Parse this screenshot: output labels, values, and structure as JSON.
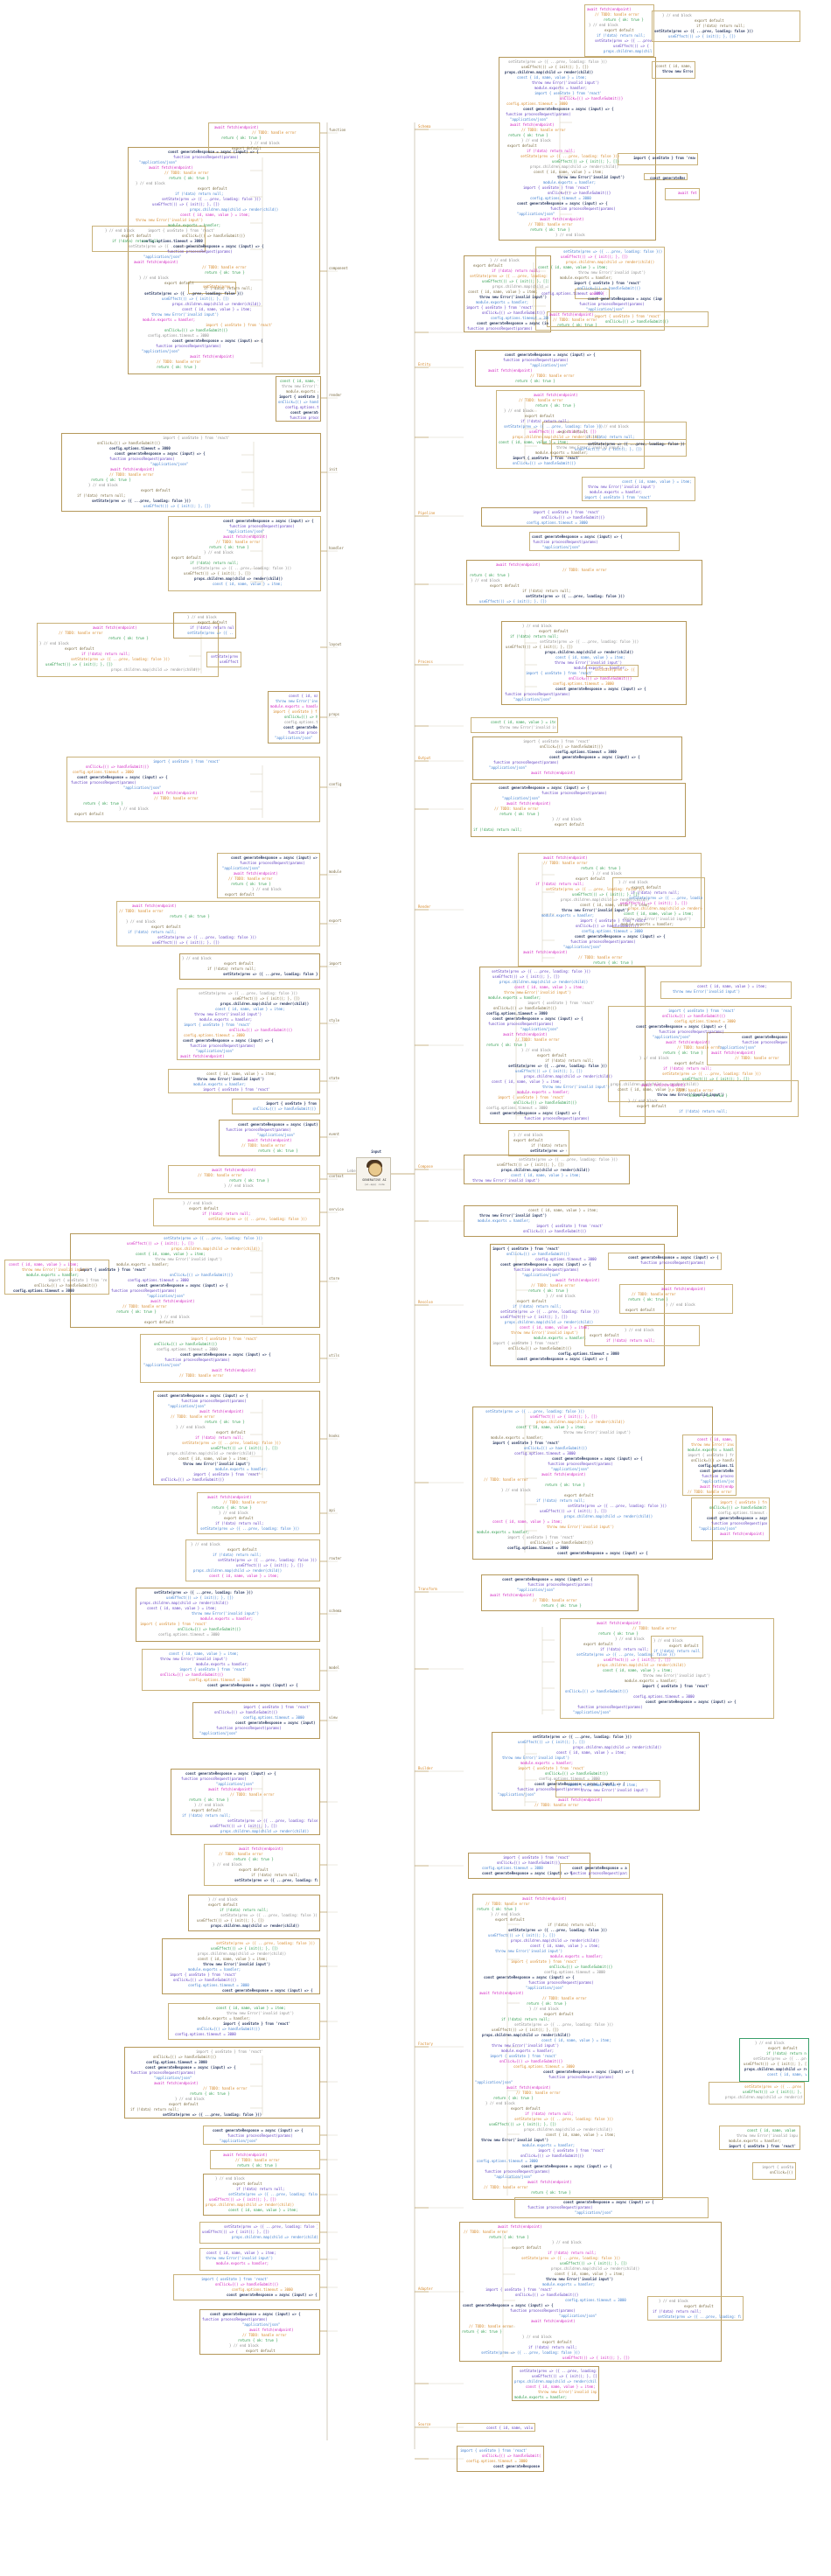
{
  "center": {
    "title_top": "input",
    "caption": "GENERATIVE AI",
    "sub": "(ai-app) code",
    "label": "Lebe"
  },
  "branches": {
    "left": [
      "function",
      "component",
      "render",
      "init",
      "handler",
      "layout",
      "props",
      "config",
      "module",
      "export",
      "import",
      "style",
      "state",
      "event",
      "context",
      "service",
      "store",
      "utils",
      "hooks",
      "api",
      "router",
      "schema",
      "model",
      "view"
    ],
    "right": [
      "Schema",
      "Entity",
      "Pipeline",
      "Process",
      "Output",
      "Render",
      "Compose",
      "Resolve",
      "Transform",
      "Builder",
      "Factory",
      "Adapter",
      "Source"
    ]
  },
  "snippets": {
    "hdr": "const generateResponse = async (input) => {",
    "fn": "function processRequest(params)",
    "str": "\"application/json\"",
    "mag": "await fetch(endpoint)",
    "warn": "// TODO: handle error",
    "grn": "return { ok: true }",
    "gry": "} // end block",
    "lbl": "export default",
    "line1": "if (!data) return null;",
    "line2": "setState(prev => ({ ...prev, loading: false }))",
    "line3": "useEffect(() => { init(); }, [])",
    "line4": "props.children.map(child => render(child))",
    "line5": "const { id, name, value } = item;",
    "line6": "throw new Error('invalid input')",
    "line7": "module.exports = handler;",
    "line8": "import { useState } from 'react'",
    "line9": "onClick={() => handleSubmit()}",
    "line10": "config.options.timeout = 3000"
  },
  "colors": {
    "frame": "#b5985a",
    "accent_green": "#3aa06a",
    "accent_pink": "#e46ac3",
    "accent_blue": "#5a8fd8"
  }
}
